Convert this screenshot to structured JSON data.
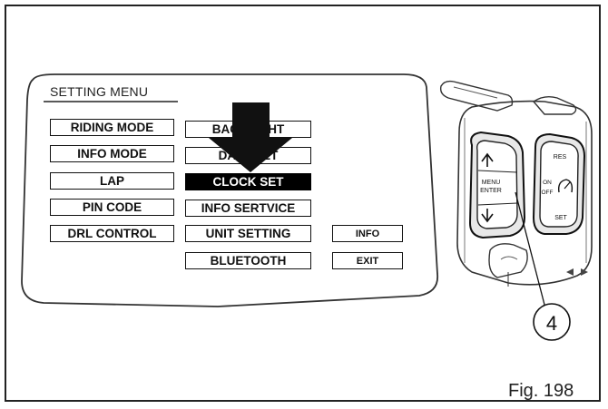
{
  "menu": {
    "title": "SETTING MENU",
    "left_column": [
      "RIDING MODE",
      "INFO MODE",
      "LAP",
      "PIN CODE",
      "DRL CONTROL"
    ],
    "middle_column": [
      "BACKLIGHT",
      "DATE SET",
      "CLOCK SET",
      "INFO SERTVICE",
      "UNIT SETTING",
      "BLUETOOTH"
    ],
    "selected_item": "CLOCK SET",
    "side_buttons": [
      "INFO",
      "EXIT"
    ]
  },
  "control": {
    "left_pad_label_line1": "MENU",
    "left_pad_label_line2": "ENTER",
    "right_pad_top": "RES",
    "right_pad_on": "ON",
    "right_pad_off": "OFF",
    "right_pad_bottom": "SET",
    "callout_number": "4",
    "up_icon": "arrow-up-icon",
    "down_icon": "arrow-down-icon"
  },
  "figure_label": "Fig. 198",
  "colors": {
    "selected_bg": "#000000",
    "outline": "#111111"
  }
}
